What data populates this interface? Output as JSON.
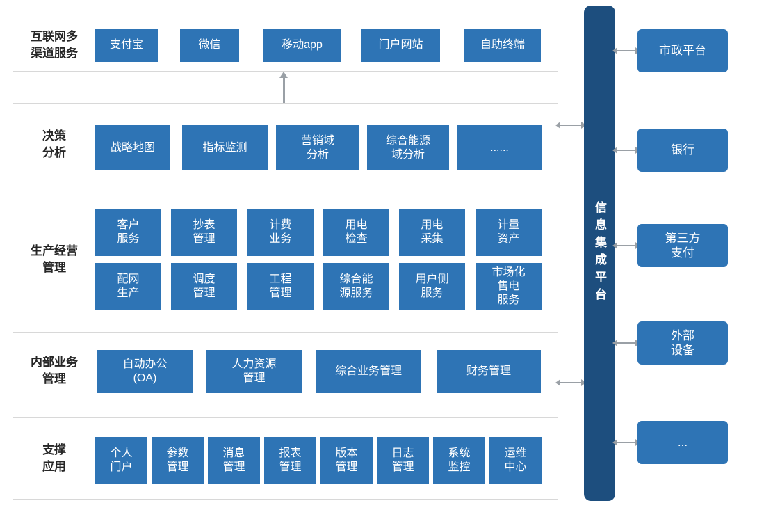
{
  "colors": {
    "box_blue": "#2e74b5",
    "bar_navy": "#1d4e7e",
    "arrow_gray": "#9aa0a6",
    "panel_border": "#d8d8d8",
    "box_text": "#ffffff",
    "label_text": "#262626"
  },
  "channels": {
    "label": "互联网多\n渠道服务",
    "items": [
      "支付宝",
      "微信",
      "移动app",
      "门户网站",
      "自助终端"
    ]
  },
  "decision": {
    "label": "决策\n分析",
    "items": [
      "战略地图",
      "指标监测",
      "营销域\n分析",
      "综合能源\n域分析",
      "......"
    ]
  },
  "production": {
    "label": "生产经营\n管理",
    "row1": [
      "客户\n服务",
      "抄表\n管理",
      "计费\n业务",
      "用电\n检查",
      "用电\n采集",
      "计量\n资产"
    ],
    "row2": [
      "配网\n生产",
      "调度\n管理",
      "工程\n管理",
      "综合能\n源服务",
      "用户侧\n服务",
      "市场化\n售电\n服务"
    ]
  },
  "internal": {
    "label": "内部业务\n管理",
    "items": [
      "自动办公\n(OA)",
      "人力资源\n管理",
      "综合业务管理",
      "财务管理"
    ]
  },
  "support": {
    "label": "支撑\n应用",
    "items": [
      "个人\n门户",
      "参数\n管理",
      "消息\n管理",
      "报表\n管理",
      "版本\n管理",
      "日志\n管理",
      "系统\n监控",
      "运维\n中心"
    ]
  },
  "platform": {
    "label": "信息集成平台"
  },
  "external": {
    "items": [
      "市政平台",
      "银行",
      "第三方\n支付",
      "外部\n设备",
      "..."
    ]
  }
}
